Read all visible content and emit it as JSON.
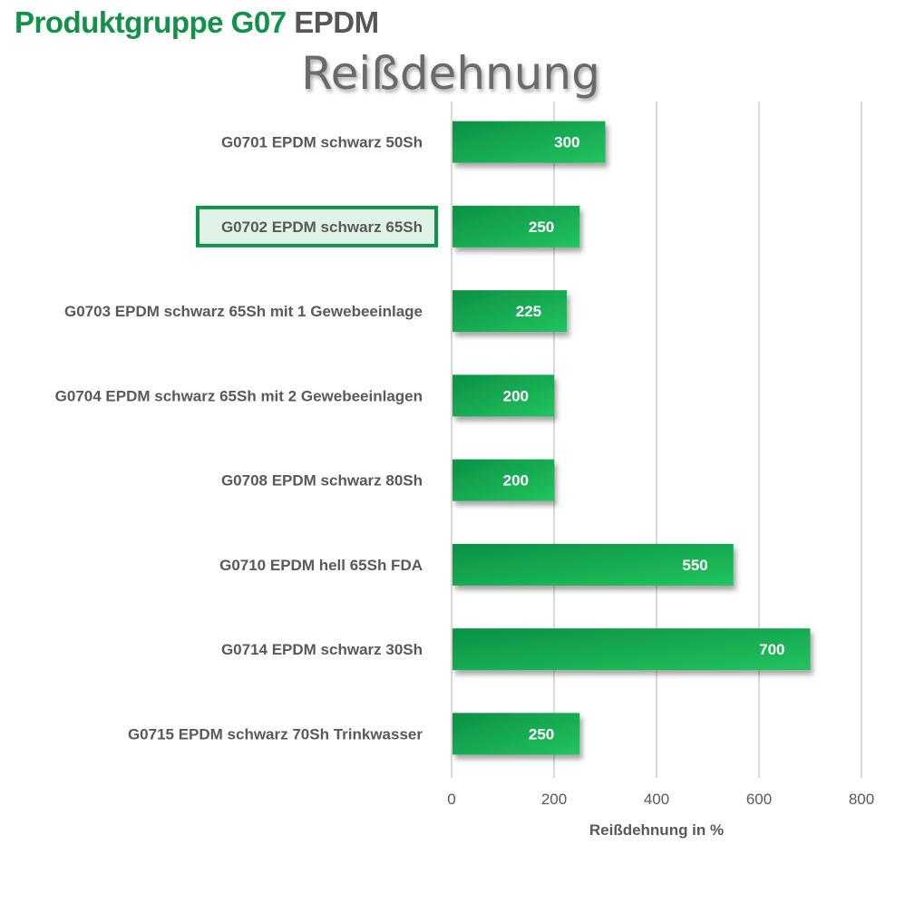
{
  "header": {
    "brand": "Produktgruppe G07",
    "material": "EPDM"
  },
  "chart_data": {
    "type": "bar",
    "orientation": "horizontal",
    "title": "Reißdehnung",
    "xlabel": "Reißdehnung in %",
    "ylabel": "",
    "xlim": [
      0,
      800
    ],
    "xticks": [
      0,
      200,
      400,
      600,
      800
    ],
    "grid": "vertical",
    "highlighted_category": "G0702 EPDM schwarz 65Sh",
    "categories": [
      "G0701 EPDM schwarz 50Sh",
      "G0702 EPDM schwarz 65Sh",
      "G0703 EPDM schwarz 65Sh mit 1 Gewebeeinlage",
      "G0704 EPDM schwarz 65Sh mit 2 Gewebeeinlagen",
      "G0708 EPDM schwarz 80Sh",
      "G0710 EPDM hell 65Sh FDA",
      "G0714 EPDM schwarz 30Sh",
      "G0715 EPDM schwarz 70Sh Trinkwasser"
    ],
    "values": [
      300,
      250,
      225,
      200,
      200,
      550,
      700,
      250
    ],
    "colors": {
      "bar_dark": "#0f9a49",
      "bar_light": "#1fc15f",
      "highlight_border": "#129148",
      "highlight_fill": "#dff3e6",
      "label_text": "#595959",
      "grid": "#d9d9d9"
    }
  }
}
